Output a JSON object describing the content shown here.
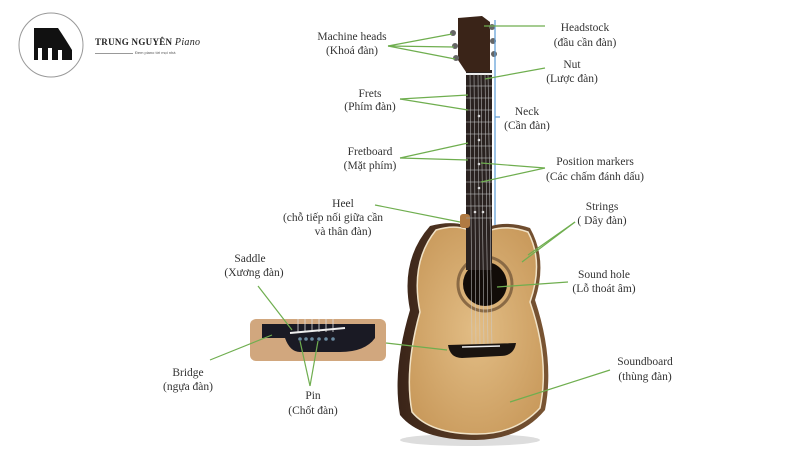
{
  "logo": {
    "brand": "TRUNG NGUYÊN",
    "brand_script": "Piano",
    "tagline": "Đem piano tới mọi nhà"
  },
  "colors": {
    "leader_line": "#6fae4f",
    "neck_bracket": "#5b9bd5",
    "body_wood": "#d8b27a",
    "fretboard": "#2a2220"
  },
  "labels": {
    "machine_heads": {
      "en": "Machine heads",
      "vi": "(Khoá đàn)"
    },
    "headstock": {
      "en": "Headstock",
      "vi": "(đầu cần đàn)"
    },
    "nut": {
      "en": "Nut",
      "vi": "(Lược đàn)"
    },
    "frets": {
      "en": "Frets",
      "vi": "(Phím đàn)"
    },
    "neck": {
      "en": "Neck",
      "vi": "(Cần đàn)"
    },
    "fretboard": {
      "en": "Fretboard",
      "vi": "(Mặt phím)"
    },
    "position_markers": {
      "en": "Position markers",
      "vi": "(Các chấm đánh dấu)"
    },
    "heel": {
      "en": "Heel",
      "vi1": "(chỗ tiếp nối giữa cần",
      "vi2": "và thân đàn)"
    },
    "strings": {
      "en": "Strings",
      "vi": "( Dây đàn)"
    },
    "sound_hole": {
      "en": "Sound hole",
      "vi": "(Lỗ thoát âm)"
    },
    "saddle": {
      "en": "Saddle",
      "vi": "(Xương đàn)"
    },
    "bridge": {
      "en": "Bridge",
      "vi": "(ngựa đàn)"
    },
    "pin": {
      "en": "Pin",
      "vi": "(Chốt đàn)"
    },
    "soundboard": {
      "en": "Soundboard",
      "vi": "(thùng đàn)"
    }
  }
}
